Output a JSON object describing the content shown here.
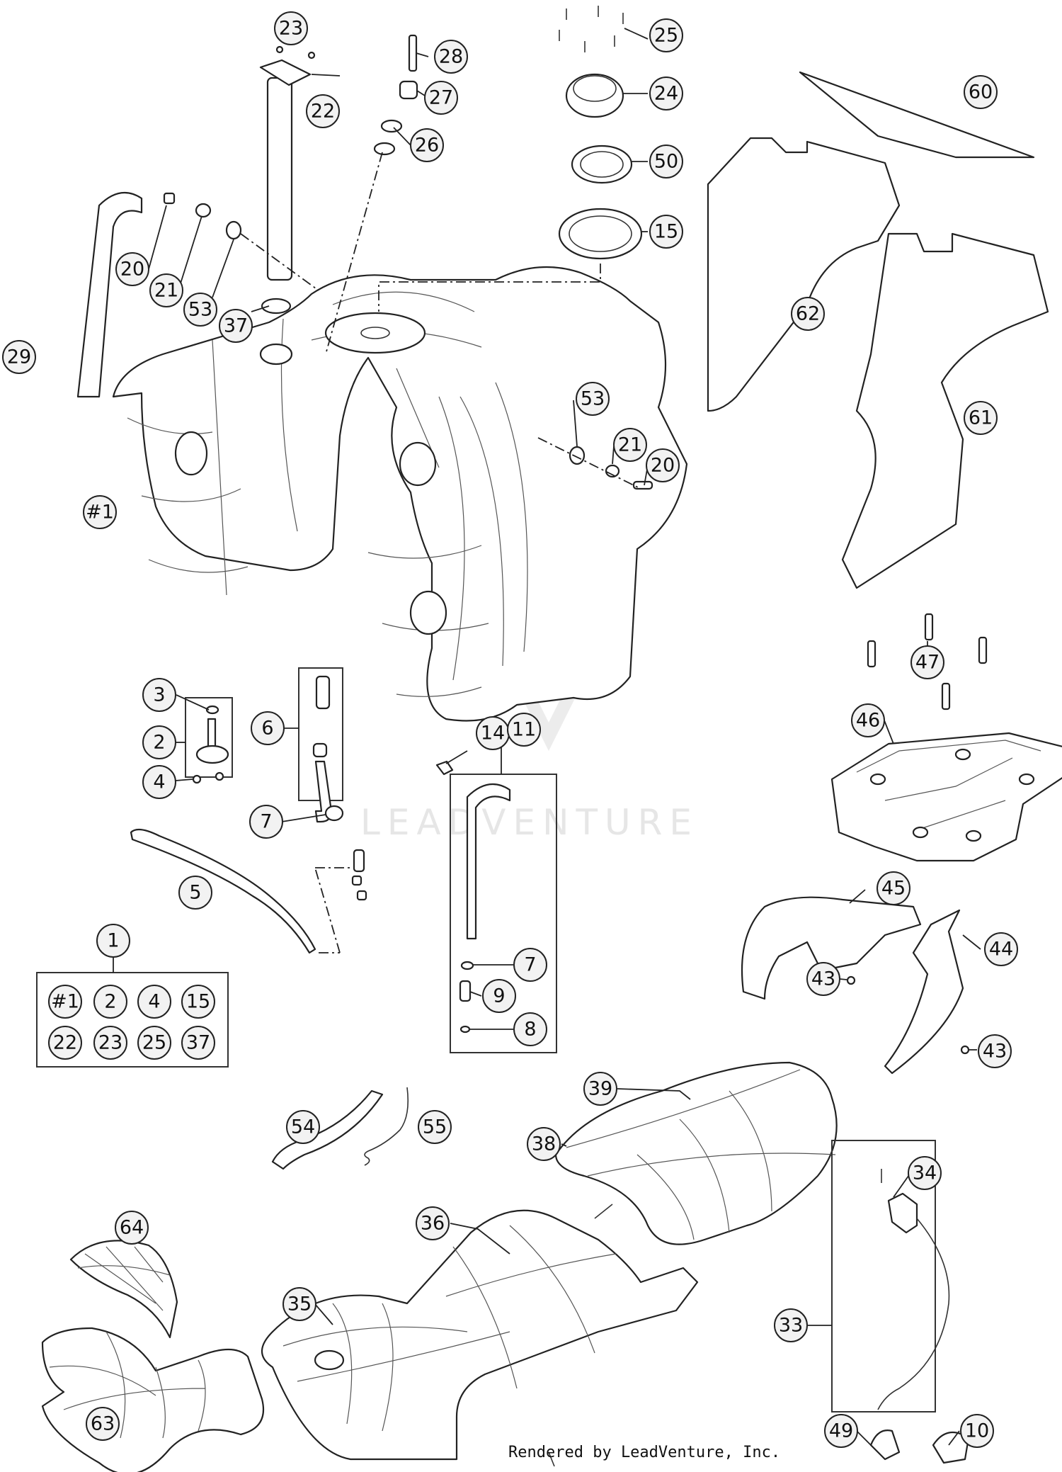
{
  "watermark": "LEADVENTURE",
  "credit": "Rendered by LeadVenture, Inc.",
  "callouts": [
    "23",
    "22",
    "28",
    "27",
    "26",
    "25",
    "24",
    "50",
    "15",
    "60",
    "62",
    "61",
    "20",
    "21",
    "53",
    "37",
    "29",
    "#1",
    "53",
    "21",
    "20",
    "3",
    "2",
    "4",
    "6",
    "7",
    "14",
    "11",
    "47",
    "46",
    "5",
    "1",
    "#1",
    "2",
    "4",
    "15",
    "22",
    "23",
    "25",
    "37",
    "7",
    "9",
    "8",
    "45",
    "44",
    "43",
    "43",
    "39",
    "38",
    "54",
    "55",
    "34",
    "64",
    "36",
    "35",
    "33",
    "63",
    "49",
    "10"
  ]
}
